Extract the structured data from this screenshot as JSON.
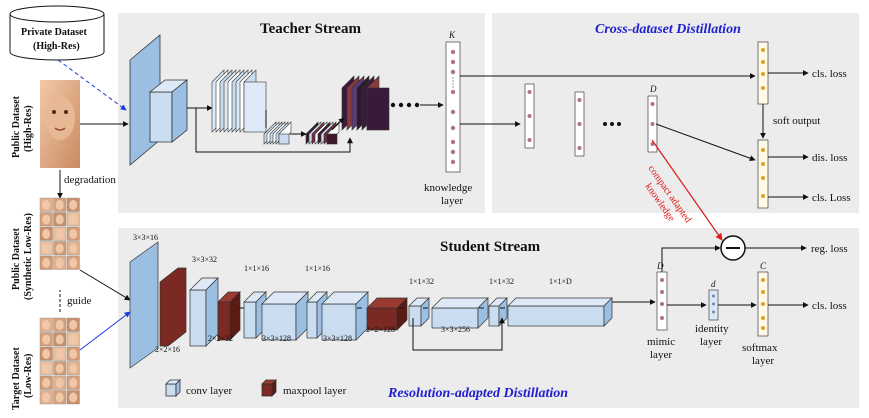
{
  "panels": {
    "teacher_title": "Teacher Stream",
    "student_title": "Student Stream",
    "cross_title": "Cross-dataset Distillation",
    "resolution_title": "Resolution-adapted Distillation"
  },
  "datasets": {
    "private_line1": "Private Dataset",
    "private_line2": "(High-Res)",
    "public_hr_line1": "Public Dataset",
    "public_hr_line2": "(High-Res)",
    "public_lr_line1": "Public Dataset",
    "public_lr_line2": "(Synthetic Low-Res)",
    "target_line1": "Target Dataset",
    "target_line2": "(Low-Res)",
    "degradation": "degradation",
    "guide": "guide"
  },
  "teacher": {
    "k_label": "K",
    "knowledge_line1": "knowledge",
    "knowledge_line2": "layer",
    "d_label": "D"
  },
  "outputs": {
    "cls_loss_top": "cls. loss",
    "soft_output": "soft output",
    "dis_loss": "dis. loss",
    "cls_loss_mid": "cls. Loss",
    "reg_loss": "reg. loss",
    "cls_loss_bottom": "cls. loss",
    "compact_line1": "compact adapted",
    "compact_line2": "knowledge"
  },
  "student": {
    "dims": {
      "c1": "3×3×16",
      "p1": "2×2×16",
      "c2": "3×3×32",
      "p2": "2×2×32",
      "c3a": "1×1×16",
      "c3b": "3×3×128",
      "c4a": "1×1×16",
      "c4b": "3×3×128",
      "p3": "2×2×128",
      "c5a": "1×1×32",
      "c5b": "3×3×256",
      "c6a": "1×1×32",
      "c7": "1×1×D"
    },
    "mimic_D": "D",
    "identity_d": "d",
    "softmax_C": "C",
    "mimic_line1": "mimic",
    "mimic_line2": "layer",
    "identity_line1": "identity",
    "identity_line2": "layer",
    "softmax_line1": "softmax",
    "softmax_line2": "layer"
  },
  "legend": {
    "conv": "conv layer",
    "pool": "maxpool layer"
  },
  "colors": {
    "conv_face": "#c9dcf0",
    "conv_side": "#9bbfe2",
    "pool_face": "#7a2a22",
    "pool_side": "#5c1a14",
    "panel_bg": "#ececec",
    "blue_text": "#1f1fd0",
    "red_text": "#e01818"
  },
  "icons": [
    "face-photo",
    "face-grid",
    "minus-circle",
    "database-cylinder"
  ]
}
